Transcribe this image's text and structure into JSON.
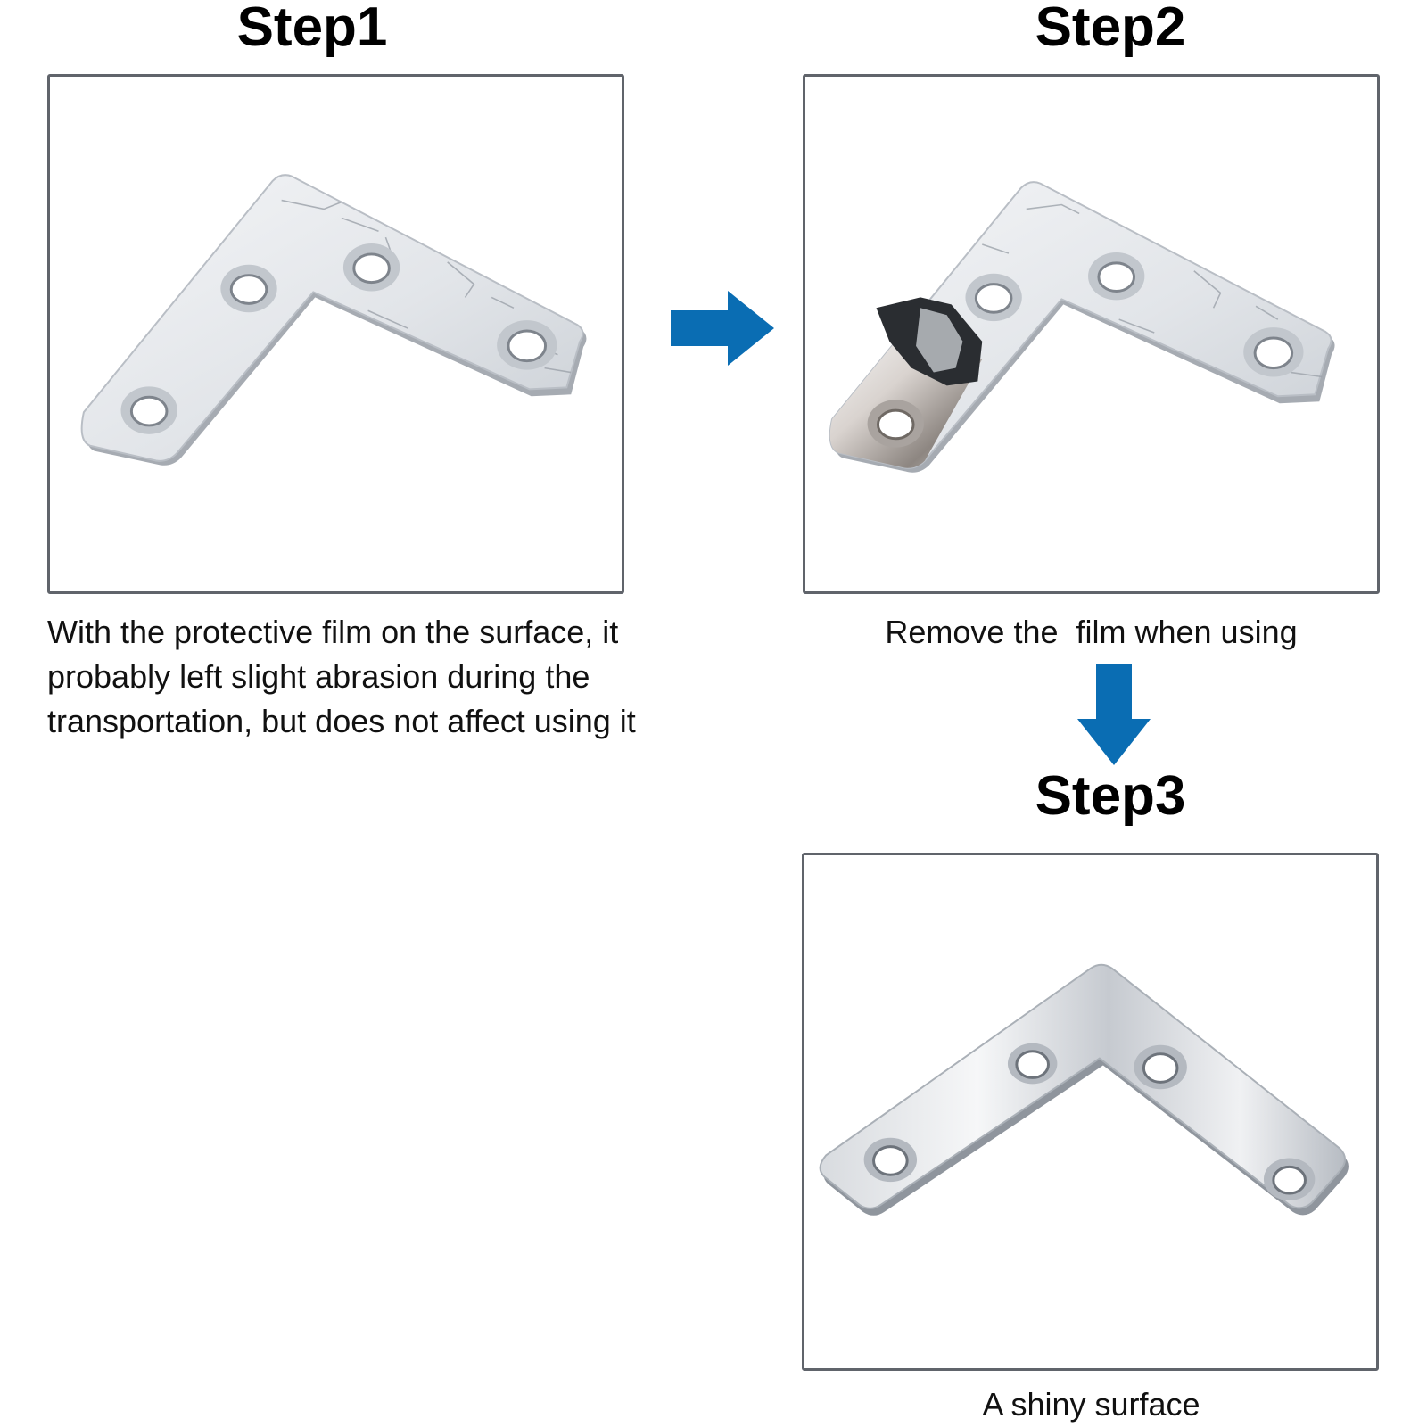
{
  "steps": [
    {
      "title": "Step1",
      "caption": "With the protective film on the surface, it probably left slight abrasion during the transportation, but does not affect using it",
      "image": "l-bracket-with-film-icon"
    },
    {
      "title": "Step2",
      "caption": "Remove the  film when using",
      "image": "l-bracket-peeling-film-icon"
    },
    {
      "title": "Step3",
      "caption": "A shiny surface",
      "image": "l-bracket-shiny-icon"
    }
  ],
  "arrows": [
    {
      "icon": "arrow-right-icon",
      "color": "#0a6db3"
    },
    {
      "icon": "arrow-down-icon",
      "color": "#0a6db3"
    }
  ],
  "colors": {
    "frame_border": "#60646b",
    "arrow": "#0a6db3",
    "metal_light": "#eef0f3",
    "metal_dark": "#9aa0a8",
    "film_dark": "#2a2d31"
  }
}
